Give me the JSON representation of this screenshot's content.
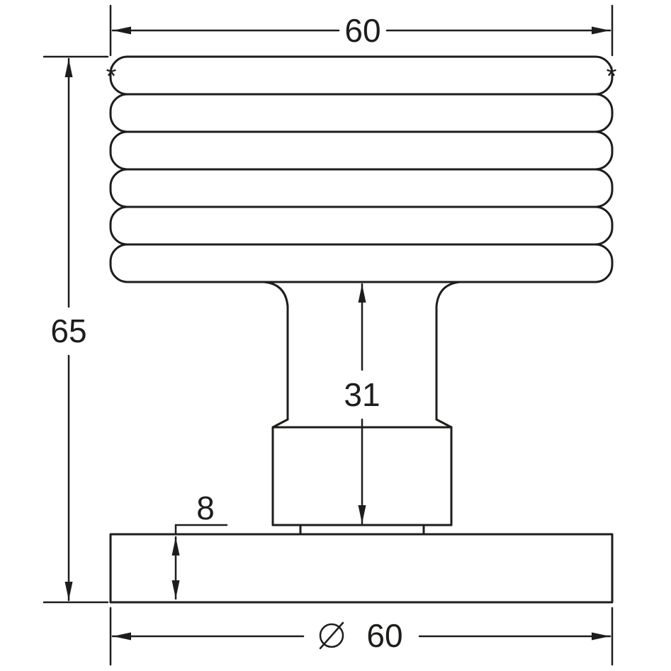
{
  "page": {
    "background_color": "#ffffff",
    "line_color": "#1d1d1b"
  },
  "dimensions": {
    "top_width": "60",
    "overall_height": "65",
    "stem_height": "31",
    "base_thickness": "8",
    "base_diameter_symbol": "⌀",
    "base_diameter_value": "60"
  },
  "marks": {
    "left_surface_mark": "*",
    "right_surface_mark": "*"
  }
}
